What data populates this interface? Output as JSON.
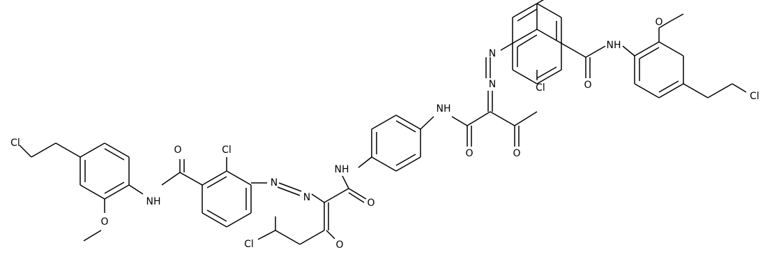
{
  "molecule": {
    "atom_labels": [
      {
        "id": "cl-1",
        "text": "Cl"
      },
      {
        "id": "cl-2",
        "text": "Cl"
      },
      {
        "id": "cl-3",
        "text": "Cl"
      },
      {
        "id": "cl-4",
        "text": "Cl"
      },
      {
        "id": "cl-5",
        "text": "Cl"
      },
      {
        "id": "o-1",
        "text": "O"
      },
      {
        "id": "o-2",
        "text": "O"
      },
      {
        "id": "o-3",
        "text": "O"
      },
      {
        "id": "o-4",
        "text": "O"
      },
      {
        "id": "o-5",
        "text": "O"
      },
      {
        "id": "o-6",
        "text": "O"
      },
      {
        "id": "o-7",
        "text": "O"
      },
      {
        "id": "o-8",
        "text": "O"
      },
      {
        "id": "n-1",
        "text": "N"
      },
      {
        "id": "n-2",
        "text": "N"
      },
      {
        "id": "n-3",
        "text": "N"
      },
      {
        "id": "n-4",
        "text": "N"
      },
      {
        "id": "nh-1",
        "text": "NH"
      },
      {
        "id": "nh-2",
        "text": "NH"
      },
      {
        "id": "nh-3",
        "text": "NH"
      },
      {
        "id": "nh-4",
        "text": "NH"
      }
    ]
  }
}
